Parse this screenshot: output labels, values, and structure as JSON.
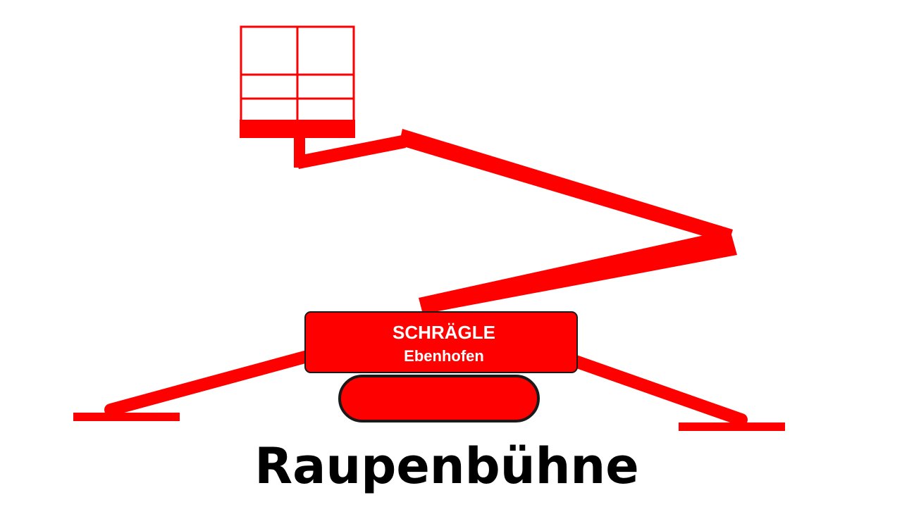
{
  "colors": {
    "machine_red": "#ff0000",
    "outline_dark": "#1a1a1a",
    "label_text": "#ffffff",
    "caption_text": "#000000",
    "background": "#ffffff"
  },
  "machine": {
    "company_name": "SCHRÄGLE",
    "location": "Ebenhofen"
  },
  "caption": "Raupenbühne"
}
